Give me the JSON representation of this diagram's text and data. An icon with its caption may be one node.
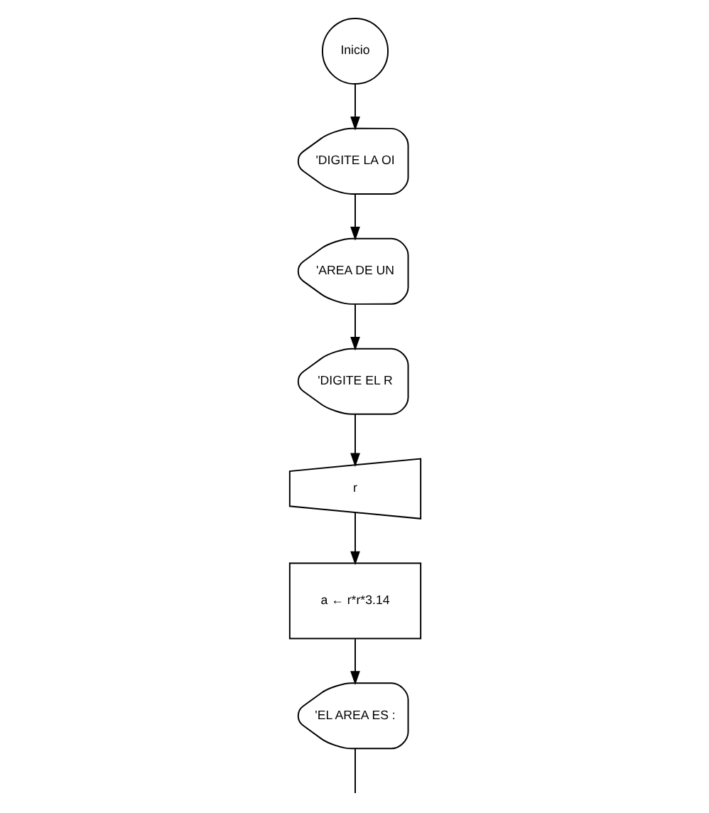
{
  "diagram": {
    "nodes": [
      {
        "text": [
          "Inicio"
        ]
      },
      {
        "text": [
          "'DIGITE LA OI"
        ]
      },
      {
        "text": [
          "'AREA DE UN"
        ]
      },
      {
        "text": [
          "'DIGITE EL R"
        ]
      },
      {
        "text": [
          "r"
        ]
      },
      {
        "text": [
          "a ← r*r*3.14"
        ]
      },
      {
        "text": [
          "'EL AREA ES :"
        ]
      }
    ],
    "edges": [
      {
        "from": 0,
        "to": 1,
        "arrow": "to"
      },
      {
        "from": 1,
        "to": 2,
        "arrow": "to"
      },
      {
        "from": 2,
        "to": 3,
        "arrow": "to"
      },
      {
        "from": 3,
        "to": 4,
        "arrow": "to"
      },
      {
        "from": 4,
        "to": 5,
        "arrow": "to"
      },
      {
        "from": 5,
        "to": 6,
        "arrow": "to"
      },
      {
        "from": 6,
        "to": null,
        "arrow": "none"
      }
    ]
  }
}
